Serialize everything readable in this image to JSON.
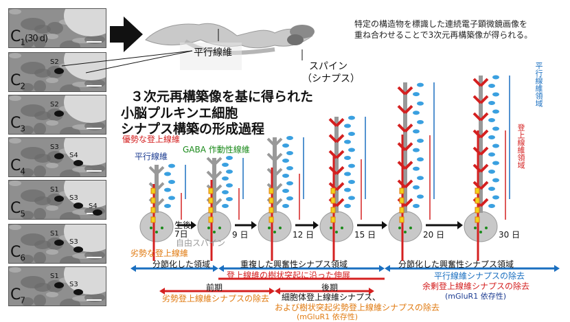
{
  "panels": [
    {
      "label": "C",
      "sub": "1",
      "extra": "(30 d)",
      "spines": []
    },
    {
      "label": "C",
      "sub": "2",
      "extra": "",
      "spines": [
        "S2"
      ]
    },
    {
      "label": "C",
      "sub": "3",
      "extra": "",
      "spines": [
        "S2"
      ]
    },
    {
      "label": "C",
      "sub": "4",
      "extra": "",
      "spines": [
        "S3",
        "S4"
      ]
    },
    {
      "label": "C",
      "sub": "5",
      "extra": "",
      "spines": [
        "S1",
        "S3",
        "S4"
      ]
    },
    {
      "label": "C",
      "sub": "6",
      "extra": "",
      "spines": [
        "S1",
        "S3"
      ]
    },
    {
      "label": "C",
      "sub": "7",
      "extra": "",
      "spines": [
        "S1",
        "S3"
      ]
    }
  ],
  "top_caption": {
    "line1": "特定の構造物を標識した連続電子顕微鏡画像を",
    "line2": "重ね合わせることで3次元再構築像が得られる。"
  },
  "label_parallel_fiber_top": "平行線維",
  "label_spine": "スパイン",
  "label_synapse": "（シナプス）",
  "title": {
    "line1": "３次元再構築像を基に得られた",
    "line2": "小脳プルキンエ細胞",
    "line3": "シナプス構築の形成過程"
  },
  "labels": {
    "dominant_cf": "優勢な登上線維",
    "pf": "平行線維",
    "gaba": "GABA 作動性線維",
    "free_spine": "自由スパイン",
    "weak_cf": "劣勢な登上線維",
    "pf_region": "平行線維領域",
    "cf_region": "登上線維領域"
  },
  "days": [
    "生後\n7日",
    "9 日",
    "12 日",
    "15 日",
    "20 日",
    "30 日"
  ],
  "bottom": {
    "seg1": "分節化した領域",
    "seg2": "重複した興奮性シナプス領域",
    "seg3": "分節化した興奮性シナプス領域",
    "extension": "登上線維の樹状突起に沿った伸展",
    "pf_removal": "平行線維シナプスの除去",
    "surplus_removal": "余剰登上線維シナプスの除去",
    "mglur_right": "(mGluR1 依存性)",
    "early": "前期",
    "late": "後期",
    "weak_removal": "劣勢登上線維シナプスの除去",
    "soma_line1": "細胞体登上線維シナプス、",
    "soma_line2": "および樹状突起劣勢登上線維シナプスの除去",
    "mglur_bottom": "(mGluR1 依存性)"
  },
  "colors": {
    "red": "#d42020",
    "blue": "#1a6fc0",
    "green": "#1a8a1a",
    "orange": "#e07a10",
    "gray": "#999999",
    "yellow": "#f2d21a"
  }
}
